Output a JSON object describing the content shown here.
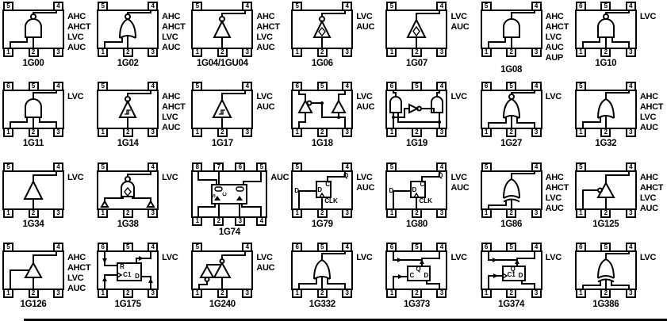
{
  "sheet": {
    "background": "#ffffff",
    "ink": "#000000"
  },
  "cells": [
    {
      "name": "1G00",
      "gate": "nand2-gate",
      "families": [
        "AHC",
        "AHCT",
        "LVC",
        "AUC"
      ],
      "top_pins": [
        "5",
        "4"
      ],
      "bottom_pins": [
        "1",
        "2",
        "3"
      ]
    },
    {
      "name": "1G02",
      "gate": "nor2-gate",
      "families": [
        "AHC",
        "AHCT",
        "LVC",
        "AUC"
      ],
      "top_pins": [
        "5",
        "4"
      ],
      "bottom_pins": [
        "1",
        "2",
        "3"
      ]
    },
    {
      "name": "1G04/1GU04",
      "gate": "inverter",
      "families": [
        "AHC",
        "AHCT",
        "LVC",
        "AUC"
      ],
      "top_pins": [
        "5",
        "4"
      ],
      "bottom_pins": [
        "1",
        "2",
        "3"
      ]
    },
    {
      "name": "1G06",
      "gate": "open-drain-inverter",
      "families": [
        "LVC",
        "AUC"
      ],
      "top_pins": [
        "5",
        "4"
      ],
      "bottom_pins": [
        "1",
        "2",
        "3"
      ]
    },
    {
      "name": "1G07",
      "gate": "open-drain-buffer",
      "families": [
        "LVC",
        "AUC"
      ],
      "top_pins": [
        "5",
        "4"
      ],
      "bottom_pins": [
        "1",
        "2",
        "3"
      ]
    },
    {
      "name": "1G08",
      "gate": "and2-gate",
      "families": [
        "AHC",
        "AHCT",
        "LVC",
        "AUC",
        "AUP"
      ],
      "top_pins": [
        "5",
        "4"
      ],
      "bottom_pins": [
        "1",
        "2",
        "3"
      ]
    },
    {
      "name": "1G10",
      "gate": "nand3-gate",
      "families": [
        "LVC"
      ],
      "top_pins": [
        "6",
        "5",
        "4"
      ],
      "bottom_pins": [
        "1",
        "2",
        "3"
      ]
    },
    {
      "name": "1G11",
      "gate": "and3-gate",
      "families": [
        "LVC"
      ],
      "top_pins": [
        "6",
        "5",
        "4"
      ],
      "bottom_pins": [
        "1",
        "2",
        "3"
      ]
    },
    {
      "name": "1G14",
      "gate": "schmitt-inverter",
      "families": [
        "AHC",
        "AHCT",
        "LVC",
        "AUC"
      ],
      "top_pins": [
        "5",
        "4"
      ],
      "bottom_pins": [
        "1",
        "2",
        "3"
      ]
    },
    {
      "name": "1G17",
      "gate": "schmitt-buffer",
      "families": [
        "LVC",
        "AUC"
      ],
      "top_pins": [
        "5",
        "4"
      ],
      "bottom_pins": [
        "1",
        "2",
        "3"
      ]
    },
    {
      "name": "1G18",
      "gate": "demux-two-buffers",
      "families": [
        "LVC",
        "AUC"
      ],
      "top_pins": [
        "6",
        "5",
        "4"
      ],
      "bottom_pins": [
        "1",
        "2",
        "3"
      ]
    },
    {
      "name": "1G19",
      "gate": "decoder-demux",
      "families": [
        "LVC"
      ],
      "top_pins": [
        "6",
        "5",
        "4"
      ],
      "bottom_pins": [
        "1",
        "2",
        "3"
      ]
    },
    {
      "name": "1G27",
      "gate": "nor3-gate",
      "families": [
        "LVC"
      ],
      "top_pins": [
        "6",
        "5",
        "4"
      ],
      "bottom_pins": [
        "1",
        "2",
        "3"
      ]
    },
    {
      "name": "1G32",
      "gate": "or2-gate",
      "families": [
        "AHC",
        "AHCT",
        "LVC",
        "AUC"
      ],
      "top_pins": [
        "5",
        "4"
      ],
      "bottom_pins": [
        "1",
        "2",
        "3"
      ]
    },
    {
      "name": "1G34",
      "gate": "buffer",
      "families": [
        "LVC"
      ],
      "top_pins": [
        "5",
        "4"
      ],
      "bottom_pins": [
        "1",
        "2",
        "3"
      ]
    },
    {
      "name": "1G38",
      "gate": "open-drain-nand",
      "families": [
        "LVC"
      ],
      "top_pins": [
        "5",
        "4"
      ],
      "bottom_pins": [
        "1",
        "2",
        "3"
      ]
    },
    {
      "name": "1G74",
      "gate": "d-flip-flop",
      "families": [
        "AUC"
      ],
      "top_pins": [
        "8",
        "7",
        "6",
        "5"
      ],
      "bottom_pins": [
        "1",
        "2",
        "3",
        "4"
      ],
      "labels": {
        "s": "S",
        "c": "C"
      }
    },
    {
      "name": "1G79",
      "gate": "d-flip-flop-q",
      "families": [
        "LVC",
        "AUC"
      ],
      "top_pins": [
        "5",
        "4"
      ],
      "bottom_pins": [
        "1",
        "2",
        "3"
      ],
      "labels": {
        "d": "D",
        "clk": "CLK",
        "q": "Q",
        "box_c": "C",
        "box_d": "D"
      }
    },
    {
      "name": "1G80",
      "gate": "d-flip-flop-qbar",
      "families": [
        "LVC",
        "AUC"
      ],
      "top_pins": [
        "5",
        "4"
      ],
      "bottom_pins": [
        "1",
        "2",
        "3"
      ],
      "labels": {
        "d": "D",
        "clk": "CLK",
        "q": "Q̄",
        "box_c": "C",
        "box_d": "D"
      }
    },
    {
      "name": "1G86",
      "gate": "xor2-gate",
      "families": [
        "AHC",
        "AHCT",
        "LVC",
        "AUC"
      ],
      "top_pins": [
        "5",
        "4"
      ],
      "bottom_pins": [
        "1",
        "2",
        "3"
      ]
    },
    {
      "name": "1G125",
      "gate": "tri-state-buffer-oe-low",
      "families": [
        "AHC",
        "AHCT",
        "LVC",
        "AUC"
      ],
      "top_pins": [
        "5",
        "4"
      ],
      "bottom_pins": [
        "1",
        "2",
        "3"
      ]
    },
    {
      "name": "1G126",
      "gate": "tri-state-buffer-oe-high",
      "families": [
        "AHC",
        "AHCT",
        "LVC",
        "AUC"
      ],
      "top_pins": [
        "5",
        "4"
      ],
      "bottom_pins": [
        "1",
        "2",
        "3"
      ]
    },
    {
      "name": "1G175",
      "gate": "d-flip-flop-with-clear",
      "families": [
        "LVC"
      ],
      "top_pins": [
        "6",
        "5",
        "4"
      ],
      "bottom_pins": [
        "1",
        "2",
        "3"
      ],
      "labels": {
        "r": "R",
        "c1": "C1",
        "d": "D"
      }
    },
    {
      "name": "1G240",
      "gate": "inverting-buffer",
      "families": [
        "LVC",
        "AUC"
      ],
      "top_pins": [
        "5",
        "4"
      ],
      "bottom_pins": [
        "1",
        "2",
        "3"
      ]
    },
    {
      "name": "1G332",
      "gate": "or3-gate",
      "families": [
        "LVC"
      ],
      "top_pins": [
        "6",
        "5",
        "4"
      ],
      "bottom_pins": [
        "1",
        "2",
        "3"
      ]
    },
    {
      "name": "1G373",
      "gate": "transparent-latch",
      "families": [
        "LVC"
      ],
      "top_pins": [
        "6",
        "5",
        "4"
      ],
      "bottom_pins": [
        "1",
        "2",
        "3"
      ],
      "labels": {
        "c": "C",
        "d": "D",
        "q": "Q"
      }
    },
    {
      "name": "1G374",
      "gate": "d-flip-flop-edge",
      "families": [
        "LVC"
      ],
      "top_pins": [
        "6",
        "5",
        "4"
      ],
      "bottom_pins": [
        "1",
        "2",
        "3"
      ],
      "labels": {
        "c1": "C1",
        "d": "D",
        "q": "Q"
      }
    },
    {
      "name": "1G386",
      "gate": "xor3-gate",
      "families": [
        "LVC"
      ],
      "top_pins": [
        "6",
        "5",
        "4"
      ],
      "bottom_pins": [
        "1",
        "2",
        "3"
      ]
    }
  ]
}
